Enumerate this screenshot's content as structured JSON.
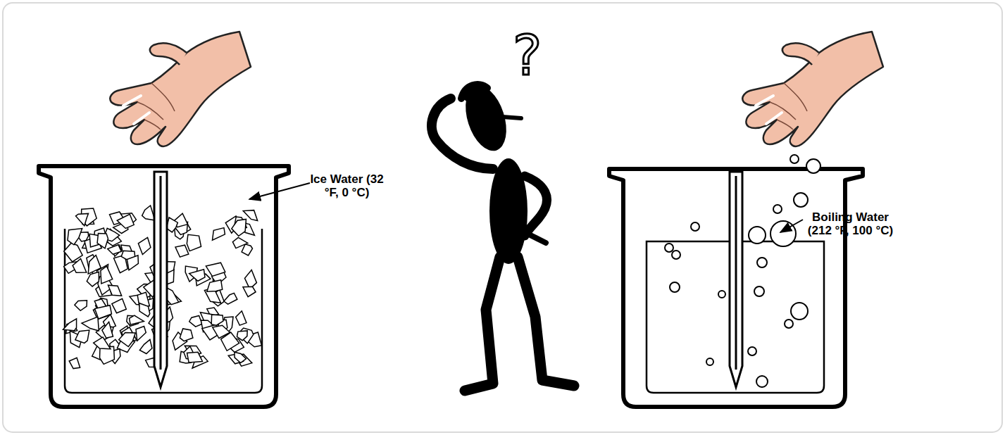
{
  "diagram": {
    "labels": [
      "Ice Water (32 °F, 0 °C)",
      "Boiling Water (212 °F, 100 °C)",
      "?"
    ]
  }
}
